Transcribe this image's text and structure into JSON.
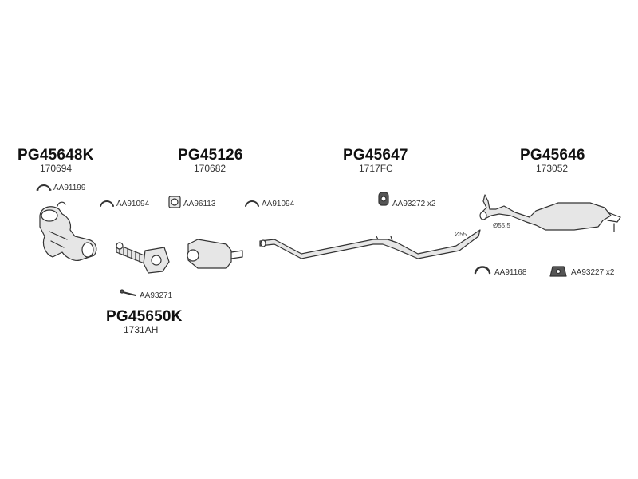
{
  "colors": {
    "ink": "#333333",
    "fill": "#e6e6e6",
    "text": "#111111"
  },
  "parts": [
    {
      "code": "PG45648K",
      "ref": "170694"
    },
    {
      "code": "PG45126",
      "ref": "170682"
    },
    {
      "code": "PG45647",
      "ref": "1717FC"
    },
    {
      "code": "PG45646",
      "ref": "173052"
    },
    {
      "code": "PG45650K",
      "ref": "1731AH"
    }
  ],
  "accessories": {
    "a1": "AA91199",
    "a2": "AA91094",
    "a3": "AA96113",
    "a4": "AA91094",
    "a5": "AA93272 x2",
    "a6": "AA93271",
    "a7": "AA91168",
    "a8": "AA93227 x2"
  },
  "dimensions": {
    "d1": "Ø55",
    "d2": "Ø55.5"
  }
}
